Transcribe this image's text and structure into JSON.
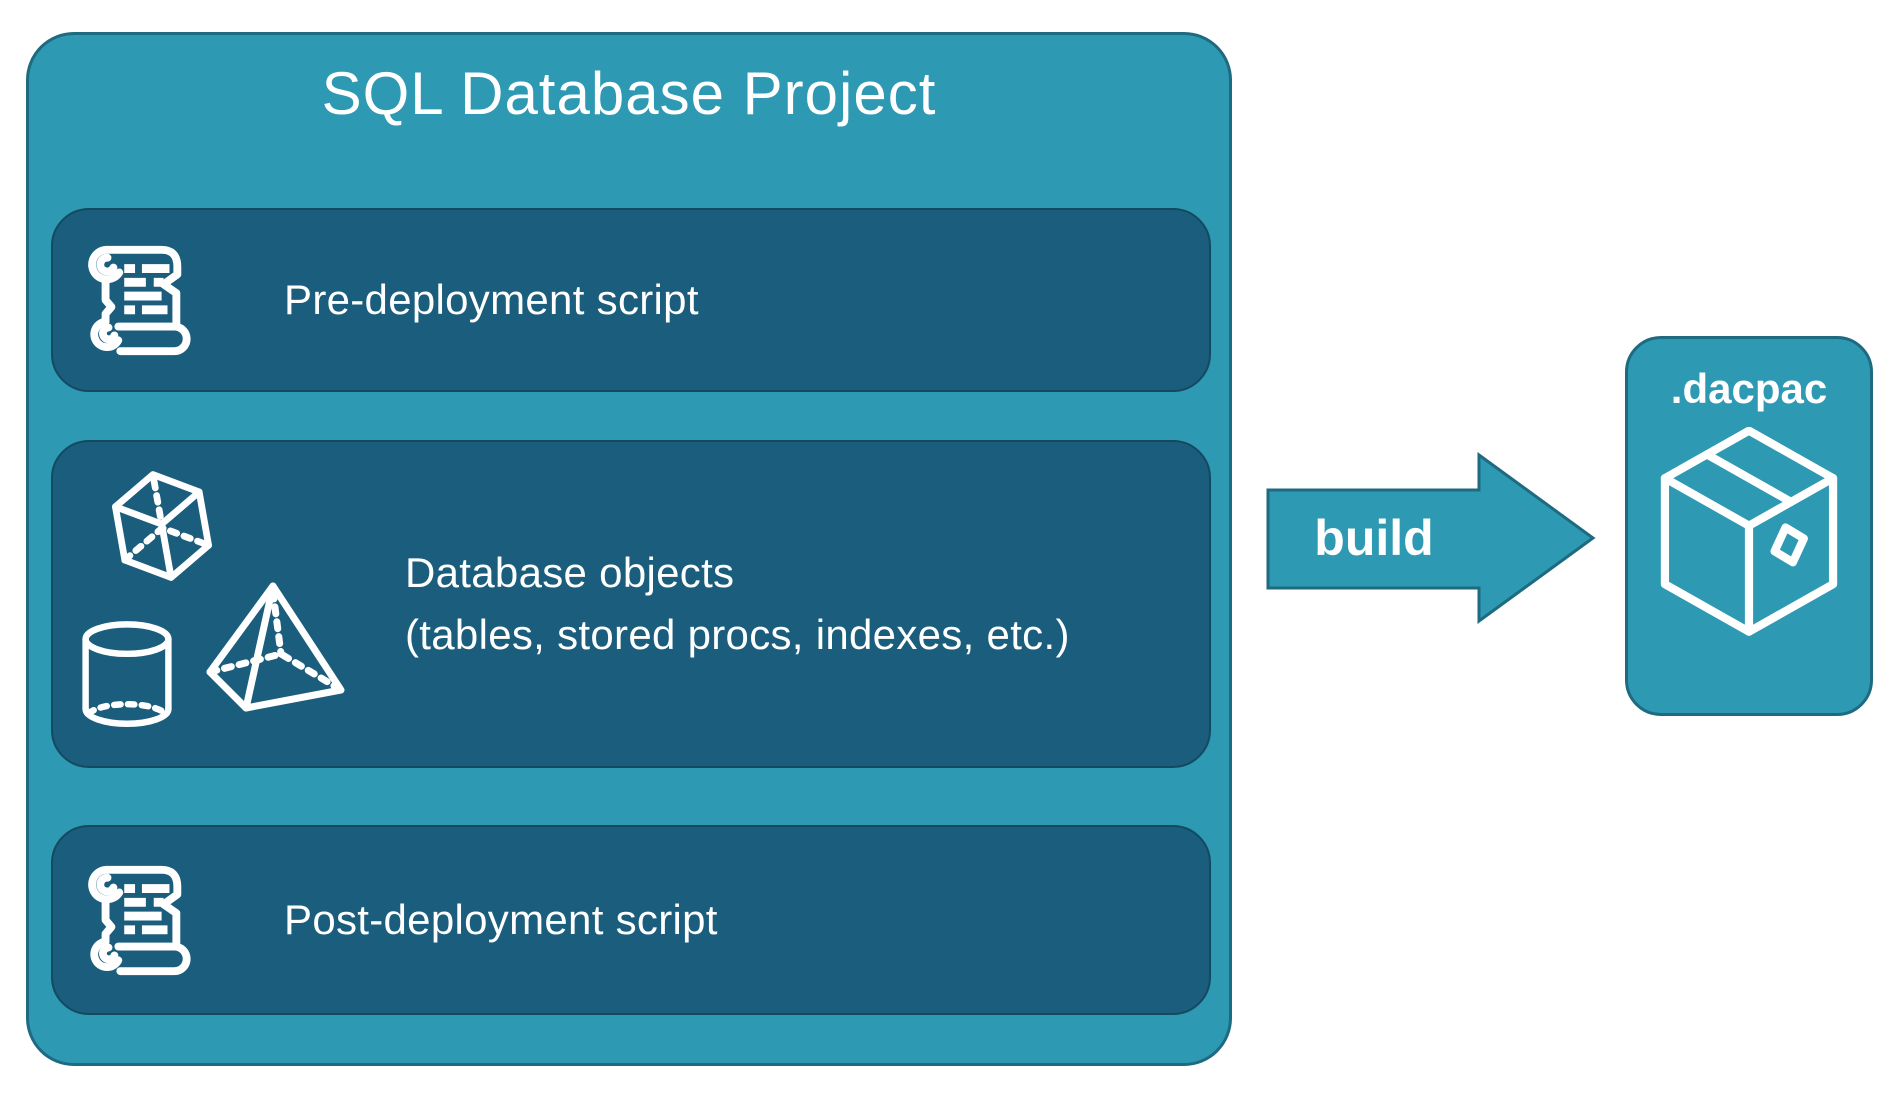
{
  "project": {
    "title": "SQL Database Project",
    "cards": [
      {
        "label": "Pre-deployment script"
      },
      {
        "label": "Database objects",
        "sublabel": "(tables, stored procs, indexes, etc.)"
      },
      {
        "label": "Post-deployment script"
      }
    ]
  },
  "arrow": {
    "label": "build"
  },
  "artifact": {
    "label": ".dacpac"
  },
  "icons": {
    "pre": "scroll-icon",
    "objects": [
      "cube-icon",
      "pyramid-icon",
      "cylinder-icon"
    ],
    "post": "scroll-icon",
    "artifact": "package-icon"
  },
  "colors": {
    "canvas-bg": "#ffffff",
    "teal": "#2e99b2",
    "teal-stroke": "#1e6a80",
    "navy": "#1a5d7c",
    "navy-stroke": "#134a61",
    "white": "#ffffff"
  }
}
